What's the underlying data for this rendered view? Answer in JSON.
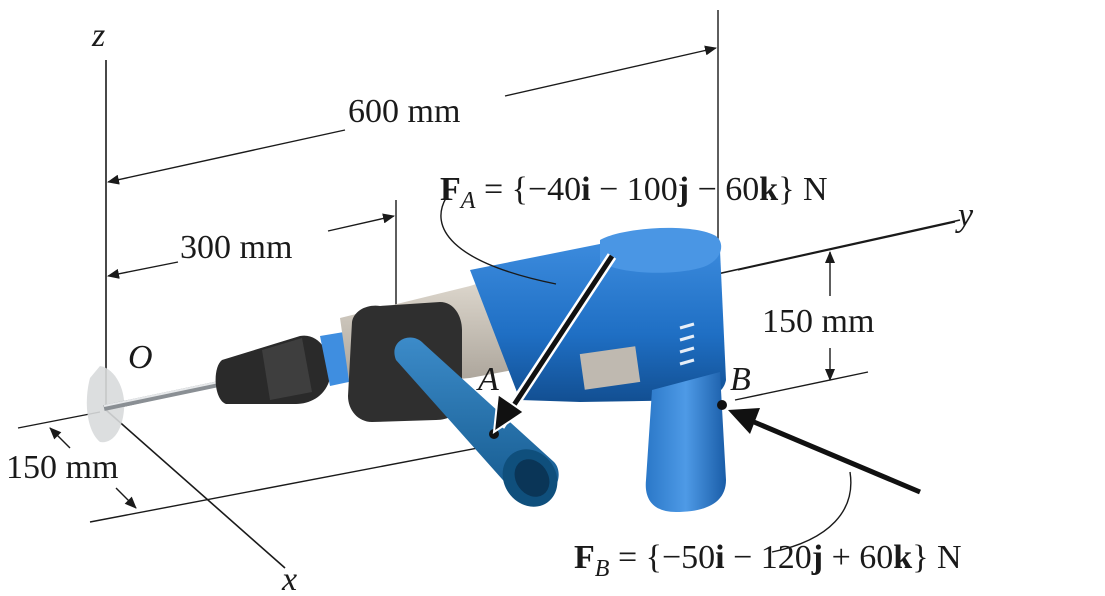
{
  "axes": {
    "x": "x",
    "y": "y",
    "z": "z"
  },
  "points": {
    "origin": "O",
    "a": "A",
    "b": "B"
  },
  "dimensions": {
    "d600": "600 mm",
    "d300": "300 mm",
    "d150_right": "150 mm",
    "d150_left": "150 mm"
  },
  "forces": {
    "fa": {
      "symbol": "F",
      "subscript": "A",
      "eq": " = {−40",
      "i": "i",
      "mid1": " − 100",
      "j": "j",
      "mid2": " − 60",
      "k": "k",
      "tail": "} N"
    },
    "fb": {
      "symbol": "F",
      "subscript": "B",
      "eq": " = {−50",
      "i": "i",
      "mid1": " − 120",
      "j": "j",
      "mid2": " + 60",
      "k": "k",
      "tail": "} N"
    }
  },
  "colors": {
    "drill_blue": "#1f6fc4",
    "drill_blue_dark": "#0f4f95",
    "drill_gray": "#cfc8bd",
    "chuck_black": "#2a2a2a",
    "handle_blue": "#236fa8"
  }
}
